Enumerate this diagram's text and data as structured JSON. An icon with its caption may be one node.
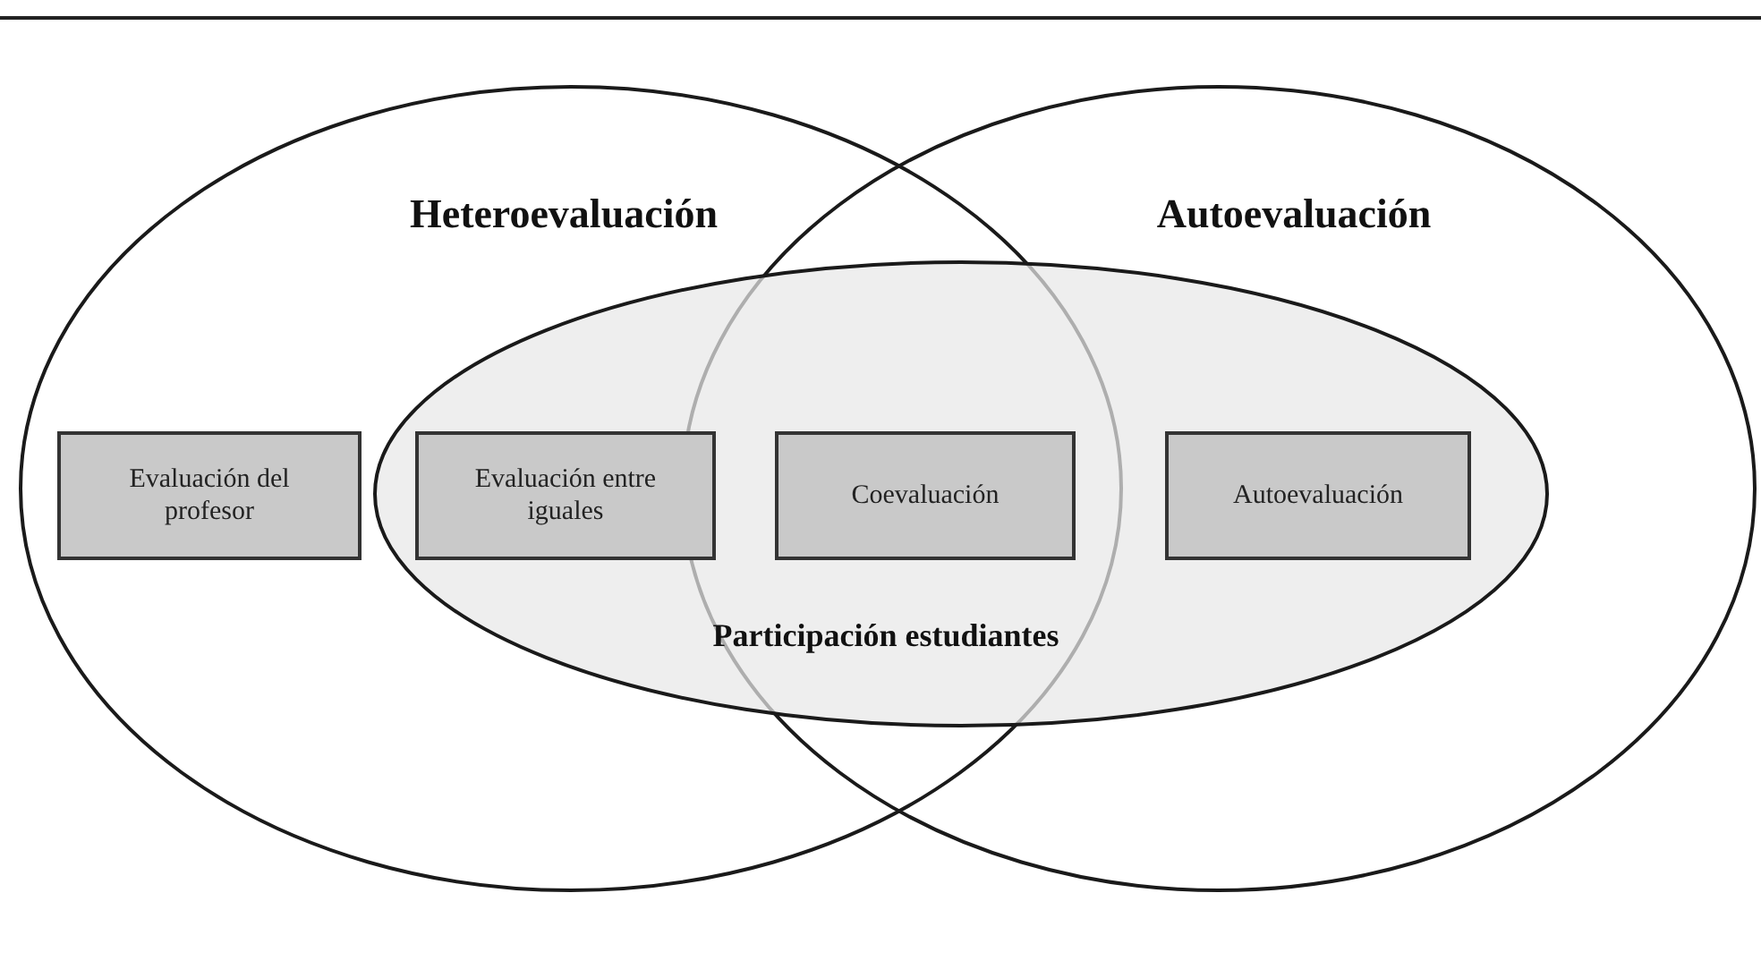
{
  "diagram": {
    "nodes": [
      {
        "text": [
          "Heteroevaluación"
        ]
      },
      {
        "text": [
          "Autoevaluación"
        ]
      },
      {
        "text": [
          "Participación estudiantes"
        ]
      },
      {
        "text": [
          "Evaluación del profesor"
        ],
        "in": 0
      },
      {
        "text": [
          "Evaluación entre iguales"
        ]
      },
      {
        "text": [
          "Coevaluación"
        ]
      },
      {
        "text": [
          "Autoevaluación"
        ]
      }
    ]
  }
}
